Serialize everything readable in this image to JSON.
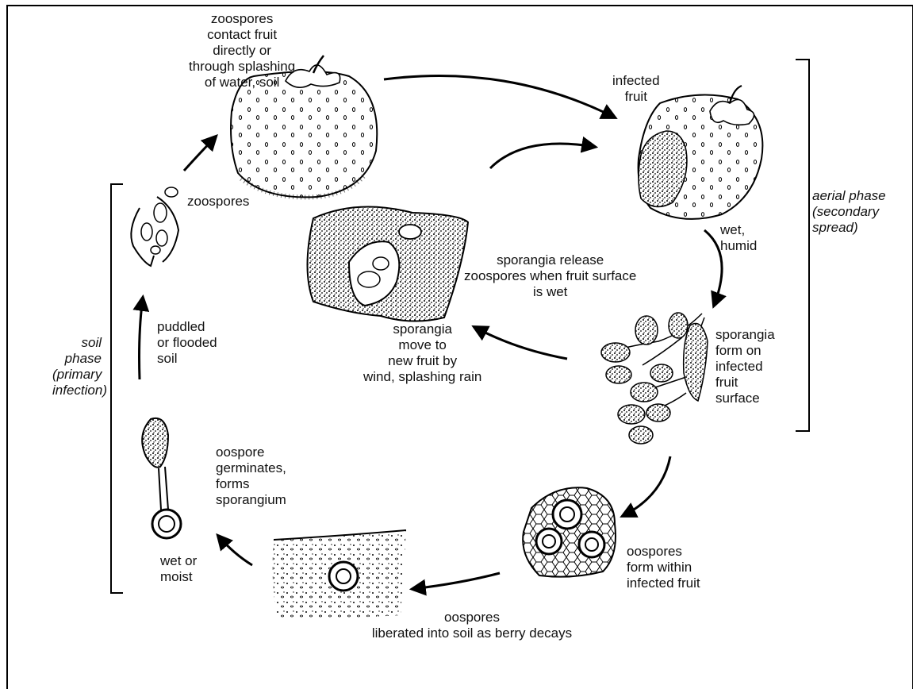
{
  "labels": {
    "zoospores_contact": [
      "zoospores",
      "contact fruit",
      "directly or",
      "through splashing",
      "of water, soil"
    ],
    "infected_fruit": [
      "infected",
      "fruit"
    ],
    "aerial_phase": [
      "aerial phase",
      "(secondary",
      "spread)"
    ],
    "wet_humid": [
      "wet,",
      "humid"
    ],
    "zoospores": "zoospores",
    "sporangia_release": [
      "sporangia release",
      "zoospores when  fruit surface",
      "is wet"
    ],
    "sporangia_move": [
      "sporangia",
      "move to",
      "new fruit by",
      "wind, splashing rain"
    ],
    "sporangia_form": [
      "sporangia",
      "form on",
      "infected",
      "fruit",
      "surface"
    ],
    "soil_phase": [
      "soil",
      "phase",
      "(primary",
      "infection)"
    ],
    "puddled": [
      "puddled",
      "or flooded",
      "soil"
    ],
    "oospore_germinates": [
      "oospore",
      "germinates,",
      "forms",
      "sporangium"
    ],
    "oospores_form": [
      "oospores",
      "form within",
      "infected fruit"
    ],
    "wet_moist": [
      "wet or",
      "moist"
    ],
    "oospores_liberated": [
      "oospores",
      "liberated into soil as berry decays"
    ]
  }
}
